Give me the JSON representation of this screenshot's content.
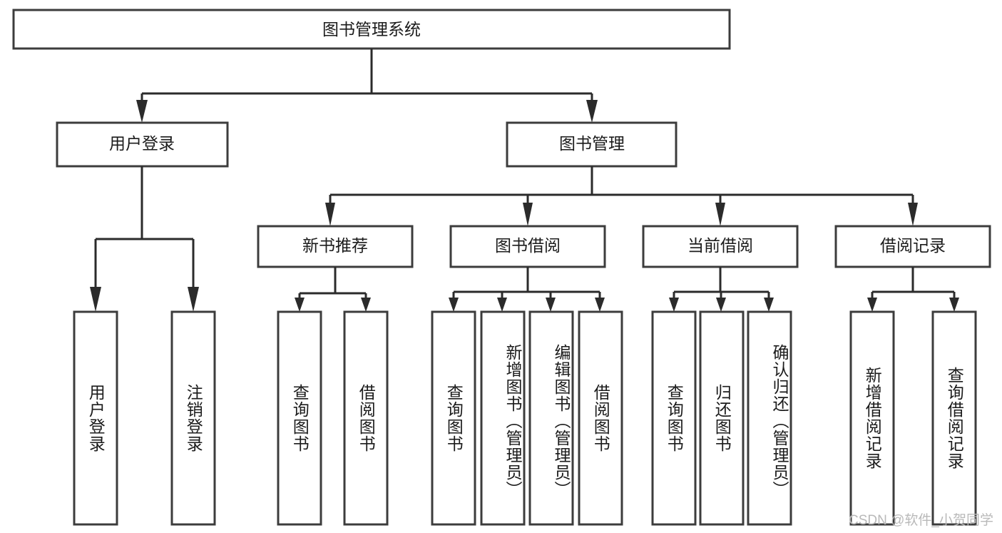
{
  "diagram": {
    "type": "tree",
    "title": "图书管理系统",
    "watermark": "CSDN @软件_小贺同学",
    "colors": {
      "box_stroke": "#3c3c3c",
      "connector": "#2b2b2b",
      "text": "#1b1b1b",
      "background": "#ffffff",
      "watermark": "#b9b9b9"
    },
    "root": {
      "label": "图书管理系统",
      "level": 0
    },
    "level1": [
      {
        "label": "用户登录"
      },
      {
        "label": "图书管理"
      }
    ],
    "level2": [
      {
        "label": "新书推荐",
        "parent": "图书管理"
      },
      {
        "label": "图书借阅",
        "parent": "图书管理"
      },
      {
        "label": "当前借阅",
        "parent": "图书管理"
      },
      {
        "label": "借阅记录",
        "parent": "图书管理"
      }
    ],
    "leaves": {
      "用户登录": [
        {
          "label": "用户登录"
        },
        {
          "label": "注销登录"
        }
      ],
      "新书推荐": [
        {
          "label": "查询图书"
        },
        {
          "label": "借阅图书"
        }
      ],
      "图书借阅": [
        {
          "label": "查询图书"
        },
        {
          "label": "新增图书（管理员）"
        },
        {
          "label": "编辑图书（管理员）"
        },
        {
          "label": "借阅图书"
        }
      ],
      "当前借阅": [
        {
          "label": "查询图书"
        },
        {
          "label": "归还图书"
        },
        {
          "label": "确认归还（管理员）"
        }
      ],
      "借阅记录": [
        {
          "label": "新增借阅记录"
        },
        {
          "label": "查询借阅记录"
        }
      ]
    }
  }
}
